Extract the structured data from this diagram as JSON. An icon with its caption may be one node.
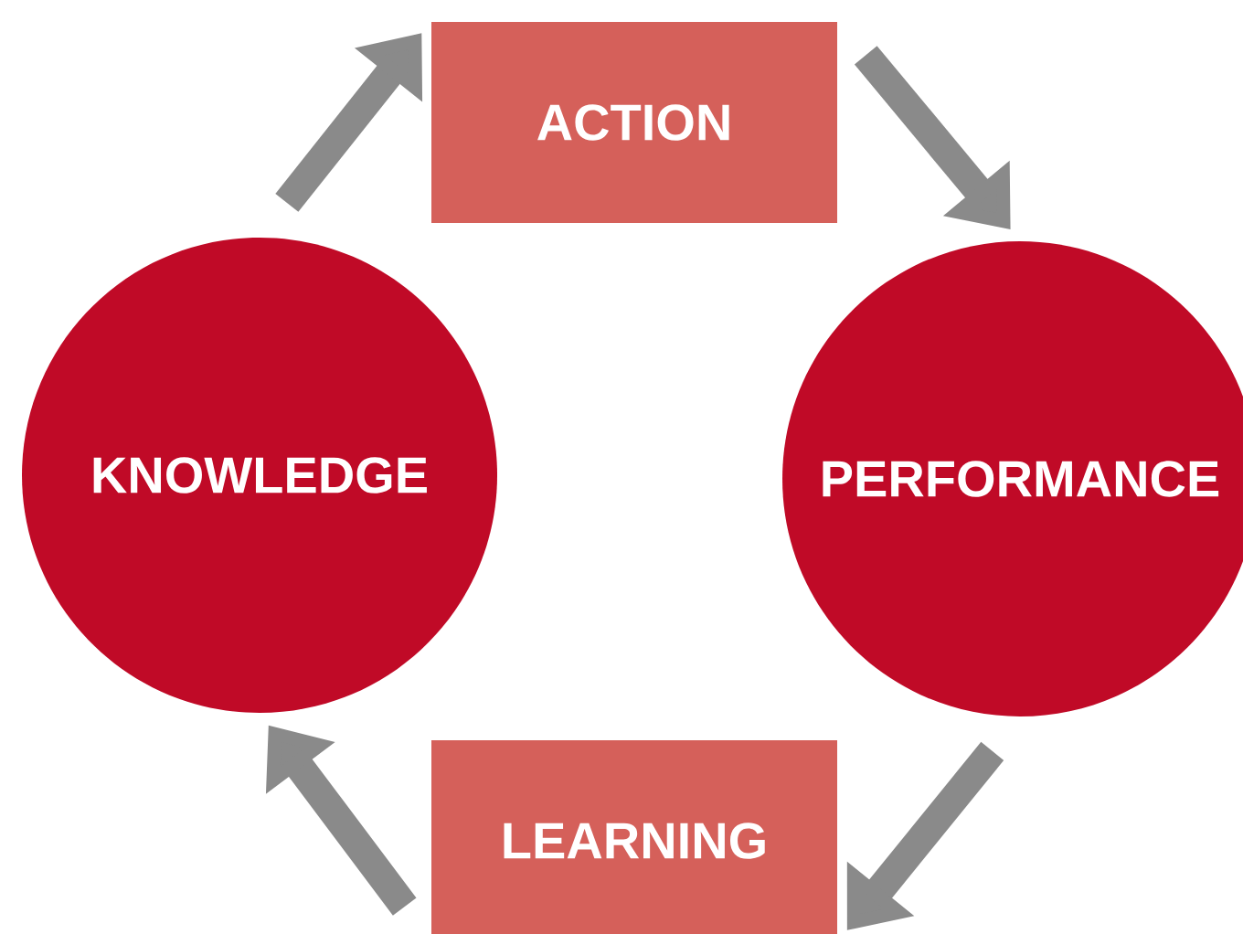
{
  "diagram": {
    "nodes": [
      {
        "text": [
          "KNOWLEDGE"
        ]
      },
      {
        "text": [
          "ACTION"
        ]
      },
      {
        "text": [
          "PERFORMANCE"
        ]
      },
      {
        "text": [
          "LEARNING"
        ]
      }
    ],
    "edges": [
      {
        "from": 0,
        "to": 1,
        "arrow": "to"
      },
      {
        "from": 1,
        "to": 2,
        "arrow": "to"
      },
      {
        "from": 2,
        "to": 3,
        "arrow": "to"
      },
      {
        "from": 3,
        "to": 0,
        "arrow": "to"
      }
    ]
  }
}
